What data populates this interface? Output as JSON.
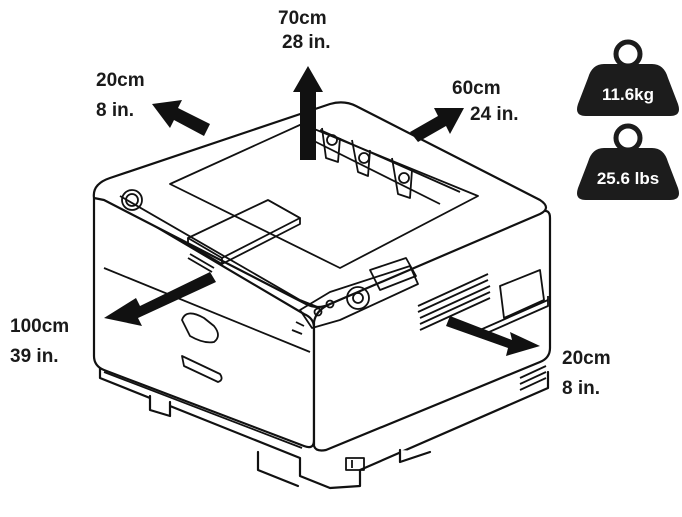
{
  "clearances": {
    "top": {
      "metric": "70cm",
      "imperial": "28 in."
    },
    "left": {
      "metric": "20cm",
      "imperial": "8 in."
    },
    "rear": {
      "metric": "60cm",
      "imperial": "24 in."
    },
    "front": {
      "metric": "100cm",
      "imperial": "39 in."
    },
    "right": {
      "metric": "20cm",
      "imperial": "8 in."
    }
  },
  "weights": {
    "kg": "11.6kg",
    "lbs": "25.6 lbs"
  },
  "colors": {
    "ink": "#111111",
    "weight_badge": "#1c1c1c",
    "background": "#ffffff"
  }
}
